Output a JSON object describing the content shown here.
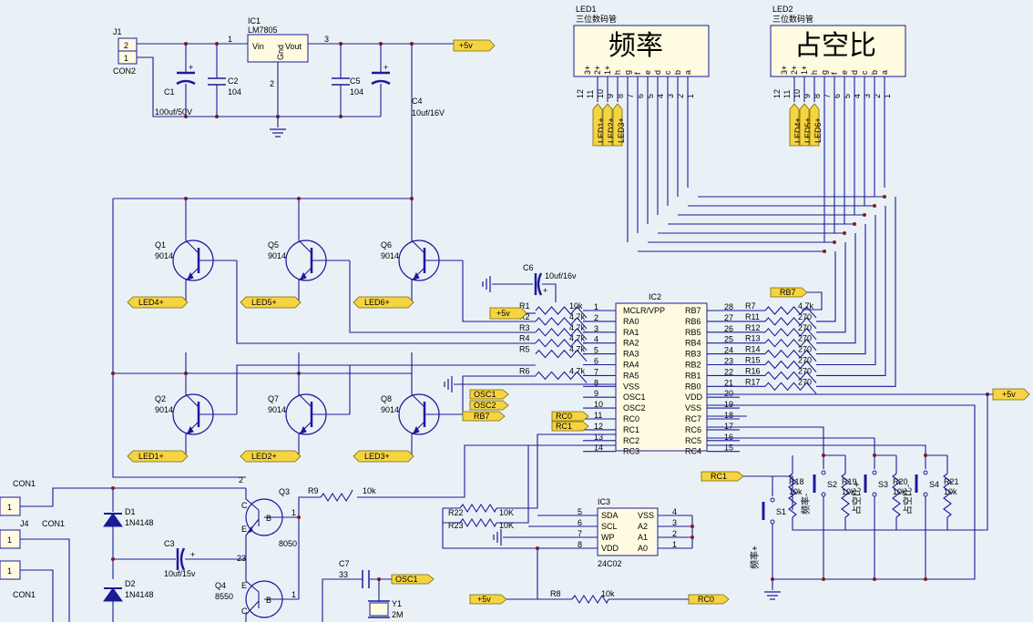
{
  "power": {
    "j1_ref": "J1",
    "j1_name": "CON2",
    "j1_pin2": "2",
    "j1_pin1": "1",
    "ic1_ref": "IC1",
    "ic1_name": "LM7805",
    "ic1_vin": "Vin",
    "ic1_vout": "Vout",
    "ic1_gnd": "Gnd",
    "ic1_pin1": "1",
    "ic1_pin2": "2",
    "ic1_pin3": "3",
    "c1_ref": "C1",
    "c1_val": "100uf/50V",
    "c2_ref": "C2",
    "c2_val": "104",
    "c5_ref": "C5",
    "c5_val": "104",
    "c4_ref": "C4",
    "c4_val": "10uf/16V",
    "vcc_label": "+5v"
  },
  "displays": [
    {
      "ref": "LED1",
      "desc": "三位数码管",
      "title": "频率",
      "digit_labels": [
        "LED1+",
        "LED2+",
        "LED3+"
      ]
    },
    {
      "ref": "LED2",
      "desc": "三位数码管",
      "title": "占空比",
      "digit_labels": [
        "LED4+",
        "LED5+",
        "LED6+"
      ]
    }
  ],
  "display_pins": {
    "names": [
      "3+",
      "2+",
      "1+",
      "h",
      "g",
      "f",
      "e",
      "d",
      "c",
      "b",
      "a"
    ],
    "numbers": [
      "12",
      "11",
      "10",
      "9",
      "8",
      "7",
      "6",
      "5",
      "4",
      "3",
      "2",
      "1"
    ]
  },
  "transistors": [
    {
      "ref": "Q1",
      "part": "9014",
      "emitter_net": "LED4+"
    },
    {
      "ref": "Q5",
      "part": "9014",
      "emitter_net": "LED5+"
    },
    {
      "ref": "Q6",
      "part": "9014",
      "emitter_net": "LED6+"
    },
    {
      "ref": "Q2",
      "part": "9014",
      "emitter_net": "LED1+"
    },
    {
      "ref": "Q7",
      "part": "9014",
      "emitter_net": "LED2+"
    },
    {
      "ref": "Q8",
      "part": "9014",
      "emitter_net": "LED3+"
    }
  ],
  "mcu": {
    "ref": "IC2",
    "left_pins": [
      {
        "num": "1",
        "name": "MCLR/VPP"
      },
      {
        "num": "2",
        "name": "RA0"
      },
      {
        "num": "3",
        "name": "RA1"
      },
      {
        "num": "4",
        "name": "RA2"
      },
      {
        "num": "5",
        "name": "RA3"
      },
      {
        "num": "6",
        "name": "RA4"
      },
      {
        "num": "7",
        "name": "RA5"
      },
      {
        "num": "8",
        "name": "VSS"
      },
      {
        "num": "9",
        "name": "OSC1"
      },
      {
        "num": "10",
        "name": "OSC2"
      },
      {
        "num": "11",
        "name": "RC0"
      },
      {
        "num": "12",
        "name": "RC1"
      },
      {
        "num": "13",
        "name": "RC2"
      },
      {
        "num": "14",
        "name": "RC3"
      }
    ],
    "right_pins": [
      {
        "num": "28",
        "name": "RB7"
      },
      {
        "num": "27",
        "name": "RB6"
      },
      {
        "num": "26",
        "name": "RB5"
      },
      {
        "num": "25",
        "name": "RB4"
      },
      {
        "num": "24",
        "name": "RB3"
      },
      {
        "num": "23",
        "name": "RB2"
      },
      {
        "num": "22",
        "name": "RB1"
      },
      {
        "num": "21",
        "name": "RB0"
      },
      {
        "num": "20",
        "name": "VDD"
      },
      {
        "num": "19",
        "name": "VSS"
      },
      {
        "num": "18",
        "name": "RC7"
      },
      {
        "num": "17",
        "name": "RC6"
      },
      {
        "num": "16",
        "name": "RC5"
      },
      {
        "num": "15",
        "name": "RC4"
      }
    ]
  },
  "left_resistors": [
    {
      "ref": "R1",
      "val": "10k"
    },
    {
      "ref": "R2",
      "val": "4.7k"
    },
    {
      "ref": "R3",
      "val": "4.7k"
    },
    {
      "ref": "R4",
      "val": "4.7k"
    },
    {
      "ref": "R5",
      "val": "4.7k"
    },
    {
      "ref": "R6",
      "val": "4.7k"
    }
  ],
  "right_resistors": [
    {
      "ref": "R7",
      "val": "4.7k"
    },
    {
      "ref": "R11",
      "val": "270"
    },
    {
      "ref": "R12",
      "val": "270"
    },
    {
      "ref": "R13",
      "val": "270"
    },
    {
      "ref": "R14",
      "val": "270"
    },
    {
      "ref": "R15",
      "val": "270"
    },
    {
      "ref": "R16",
      "val": "270"
    },
    {
      "ref": "R17",
      "val": "270"
    }
  ],
  "c6": {
    "ref": "C6",
    "val": "10uf/16v"
  },
  "net_labels": {
    "vcc": "+5v",
    "osc1": "OSC1",
    "osc2": "OSC2",
    "rb7": "RB7",
    "rc0": "RC0",
    "rc1": "RC1"
  },
  "eeprom": {
    "ref": "IC3",
    "part": "24C02",
    "left_pins": [
      {
        "num": "5",
        "name": "SDA"
      },
      {
        "num": "6",
        "name": "SCL"
      },
      {
        "num": "7",
        "name": "WP"
      },
      {
        "num": "8",
        "name": "VDD"
      }
    ],
    "right_pins": [
      {
        "num": "4",
        "name": "VSS"
      },
      {
        "num": "3",
        "name": "A2"
      },
      {
        "num": "2",
        "name": "A1"
      },
      {
        "num": "1",
        "name": "A0"
      }
    ],
    "r22_ref": "R22",
    "r22_val": "10K",
    "r23_ref": "R23",
    "r23_val": "10K"
  },
  "buttons": [
    {
      "ref": "S1",
      "label": "频率+"
    },
    {
      "ref": "S2",
      "label": "频率-"
    },
    {
      "ref": "S3",
      "label": "占空比+"
    },
    {
      "ref": "S4",
      "label": "占空比-"
    }
  ],
  "button_resistors": [
    {
      "ref": "R18",
      "val": "10k"
    },
    {
      "ref": "R19",
      "val": "10k"
    },
    {
      "ref": "R20",
      "val": "10k"
    },
    {
      "ref": "R21",
      "val": "10k"
    }
  ],
  "input_stage": {
    "con1a": "CON1",
    "con1b": "CON1",
    "con1c": "CON1",
    "j4": "J4",
    "pin": "1",
    "d1_ref": "D1",
    "d1_val": "1N4148",
    "d2_ref": "D2",
    "d2_val": "1N4148",
    "c3_ref": "C3",
    "c3_val": "10uf/15v",
    "q3_ref": "Q3",
    "q3_part": "8050",
    "q4_ref": "Q4",
    "q4_part": "8550",
    "r9_ref": "R9",
    "r9_val": "10k",
    "c7_ref": "C7",
    "c7_val": "33",
    "y1_ref": "Y1",
    "y1_val": "2M",
    "r8_ref": "R8",
    "r8_val": "10k",
    "pin2": "2",
    "pin23": "23",
    "pin1": "1",
    "pin_c": "C",
    "pin_e": "E",
    "pin_b": "B"
  }
}
